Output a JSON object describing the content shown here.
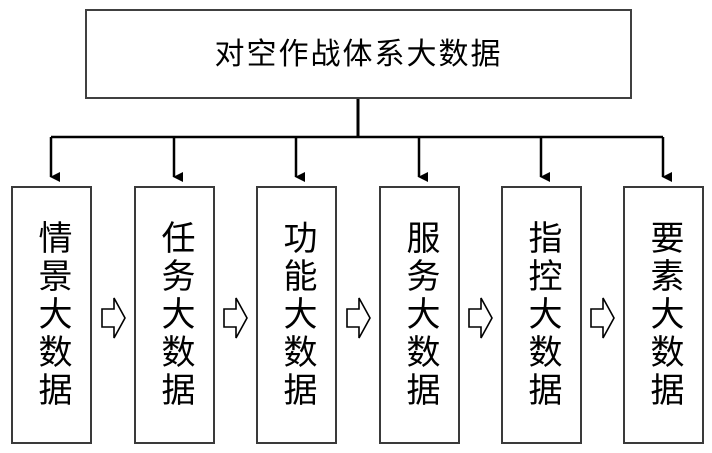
{
  "diagram": {
    "title": "对空作战体系大数据",
    "root": {
      "label": "对空作战体系大数据"
    },
    "nodes": [
      {
        "id": "node-1",
        "label": "情景大数据"
      },
      {
        "id": "node-2",
        "label": "任务大数据"
      },
      {
        "id": "node-3",
        "label": "功能大数据"
      },
      {
        "id": "node-4",
        "label": "服务大数据"
      },
      {
        "id": "node-5",
        "label": "指控大数据"
      },
      {
        "id": "node-6",
        "label": "要素大数据"
      }
    ],
    "flow_arrows": 5,
    "colors": {
      "background": "#ffffff",
      "box_border": "#3a3a3a",
      "root_border": "#404040",
      "text": "#000000",
      "connector": "#000000"
    }
  }
}
